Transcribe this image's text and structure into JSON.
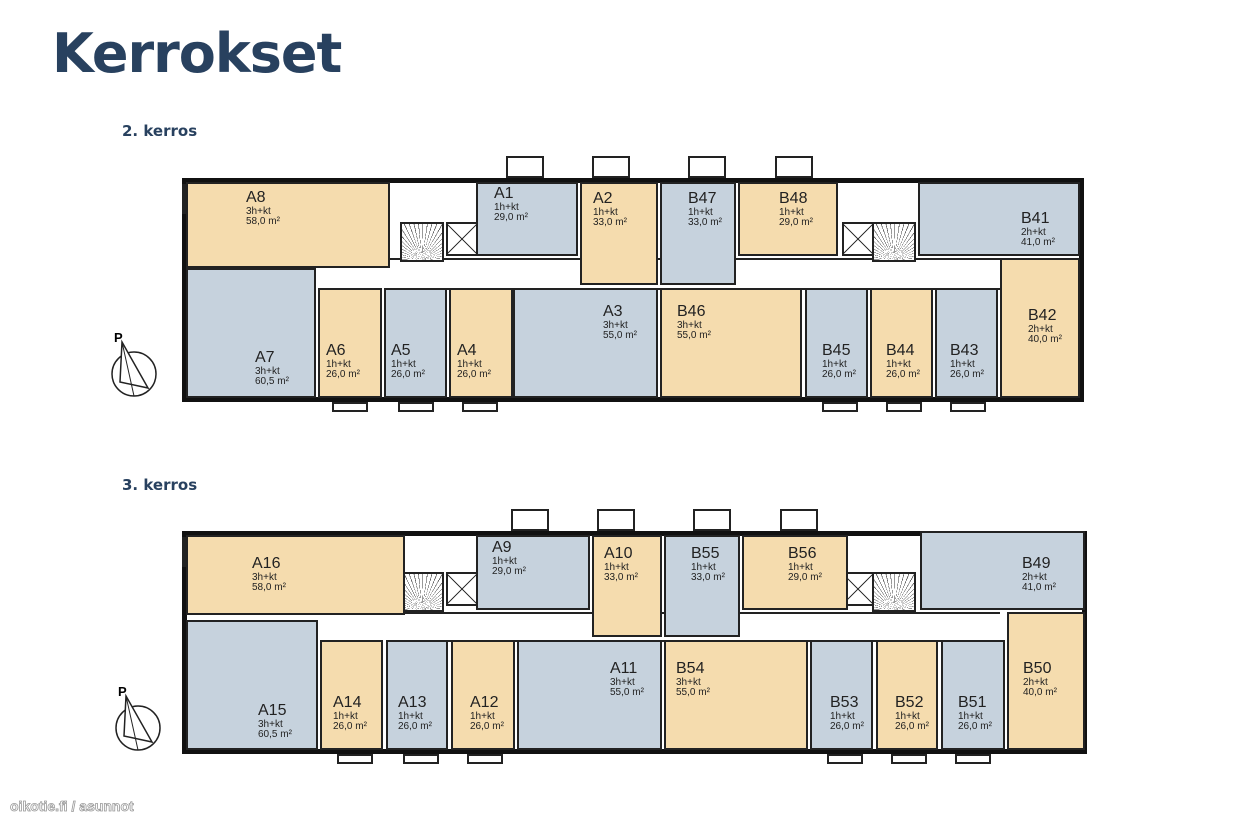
{
  "title": "Kerrokset",
  "watermark": "oikotie.fi / asunnot",
  "colors": {
    "beige": "#f5dcae",
    "blue": "#c6d2dd",
    "title": "#28415f"
  },
  "compass_label": "P",
  "floors": [
    {
      "title": "2. kerros",
      "units": [
        {
          "id": "A8",
          "rooms": "3h+kt",
          "area": "58,0 m²",
          "color": "#f5dcae"
        },
        {
          "id": "A7",
          "rooms": "3h+kt",
          "area": "60,5 m²",
          "color": "#c6d2dd"
        },
        {
          "id": "A6",
          "rooms": "1h+kt",
          "area": "26,0 m²",
          "color": "#f5dcae"
        },
        {
          "id": "A5",
          "rooms": "1h+kt",
          "area": "26,0 m²",
          "color": "#c6d2dd"
        },
        {
          "id": "A4",
          "rooms": "1h+kt",
          "area": "26,0 m²",
          "color": "#f5dcae"
        },
        {
          "id": "A3",
          "rooms": "3h+kt",
          "area": "55,0 m²",
          "color": "#c6d2dd"
        },
        {
          "id": "A1",
          "rooms": "1h+kt",
          "area": "29,0 m²",
          "color": "#c6d2dd"
        },
        {
          "id": "A2",
          "rooms": "1h+kt",
          "area": "33,0 m²",
          "color": "#f5dcae"
        },
        {
          "id": "B47",
          "rooms": "1h+kt",
          "area": "33,0 m²",
          "color": "#c6d2dd"
        },
        {
          "id": "B48",
          "rooms": "1h+kt",
          "area": "29,0 m²",
          "color": "#f5dcae"
        },
        {
          "id": "B46",
          "rooms": "3h+kt",
          "area": "55,0 m²",
          "color": "#f5dcae"
        },
        {
          "id": "B45",
          "rooms": "1h+kt",
          "area": "26,0 m²",
          "color": "#c6d2dd"
        },
        {
          "id": "B44",
          "rooms": "1h+kt",
          "area": "26,0 m²",
          "color": "#f5dcae"
        },
        {
          "id": "B43",
          "rooms": "1h+kt",
          "area": "26,0 m²",
          "color": "#c6d2dd"
        },
        {
          "id": "B42",
          "rooms": "2h+kt",
          "area": "40,0 m²",
          "color": "#f5dcae"
        },
        {
          "id": "B41",
          "rooms": "2h+kt",
          "area": "41,0 m²",
          "color": "#c6d2dd"
        }
      ]
    },
    {
      "title": "3. kerros",
      "units": [
        {
          "id": "A16",
          "rooms": "3h+kt",
          "area": "58,0 m²",
          "color": "#f5dcae"
        },
        {
          "id": "A15",
          "rooms": "3h+kt",
          "area": "60,5 m²",
          "color": "#c6d2dd"
        },
        {
          "id": "A14",
          "rooms": "1h+kt",
          "area": "26,0 m²",
          "color": "#f5dcae"
        },
        {
          "id": "A13",
          "rooms": "1h+kt",
          "area": "26,0 m²",
          "color": "#c6d2dd"
        },
        {
          "id": "A12",
          "rooms": "1h+kt",
          "area": "26,0 m²",
          "color": "#f5dcae"
        },
        {
          "id": "A11",
          "rooms": "3h+kt",
          "area": "55,0 m²",
          "color": "#c6d2dd"
        },
        {
          "id": "A9",
          "rooms": "1h+kt",
          "area": "29,0 m²",
          "color": "#c6d2dd"
        },
        {
          "id": "A10",
          "rooms": "1h+kt",
          "area": "33,0 m²",
          "color": "#f5dcae"
        },
        {
          "id": "B55",
          "rooms": "1h+kt",
          "area": "33,0 m²",
          "color": "#c6d2dd"
        },
        {
          "id": "B56",
          "rooms": "1h+kt",
          "area": "29,0 m²",
          "color": "#f5dcae"
        },
        {
          "id": "B54",
          "rooms": "3h+kt",
          "area": "55,0 m²",
          "color": "#f5dcae"
        },
        {
          "id": "B53",
          "rooms": "1h+kt",
          "area": "26,0 m²",
          "color": "#c6d2dd"
        },
        {
          "id": "B52",
          "rooms": "1h+kt",
          "area": "26,0 m²",
          "color": "#f5dcae"
        },
        {
          "id": "B51",
          "rooms": "1h+kt",
          "area": "26,0 m²",
          "color": "#c6d2dd"
        },
        {
          "id": "B50",
          "rooms": "2h+kt",
          "area": "40,0 m²",
          "color": "#f5dcae"
        },
        {
          "id": "B49",
          "rooms": "2h+kt",
          "area": "41,0 m²",
          "color": "#c6d2dd"
        }
      ]
    }
  ]
}
